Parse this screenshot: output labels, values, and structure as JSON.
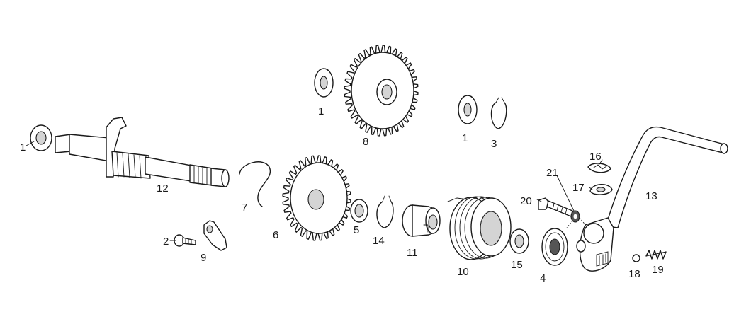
{
  "diagram": {
    "parts": [
      {
        "id": "washer-left",
        "label": "1"
      },
      {
        "id": "washer-top",
        "label": "1"
      },
      {
        "id": "washer-right",
        "label": "1"
      },
      {
        "id": "circlip-top",
        "label": "3"
      },
      {
        "id": "bearing",
        "label": "4"
      },
      {
        "id": "washer-5",
        "label": "5"
      },
      {
        "id": "gear-6",
        "label": "6"
      },
      {
        "id": "wire-spring-7",
        "label": "7"
      },
      {
        "id": "gear-8",
        "label": "8"
      },
      {
        "id": "screw-2",
        "label": "2"
      },
      {
        "id": "stopper-9",
        "label": "9"
      },
      {
        "id": "torsion-spring-10",
        "label": "10"
      },
      {
        "id": "spring-guide-11",
        "label": "11"
      },
      {
        "id": "kick-shaft-12",
        "label": "12"
      },
      {
        "id": "kick-lever-13",
        "label": "13"
      },
      {
        "id": "circlip-14",
        "label": "14"
      },
      {
        "id": "washer-15",
        "label": "15"
      },
      {
        "id": "rubber-16",
        "label": "16"
      },
      {
        "id": "rubber-17",
        "label": "17"
      },
      {
        "id": "ball-18",
        "label": "18"
      },
      {
        "id": "spring-19",
        "label": "19"
      },
      {
        "id": "bolt-20",
        "label": "20"
      },
      {
        "id": "washer-21",
        "label": "21"
      }
    ]
  }
}
